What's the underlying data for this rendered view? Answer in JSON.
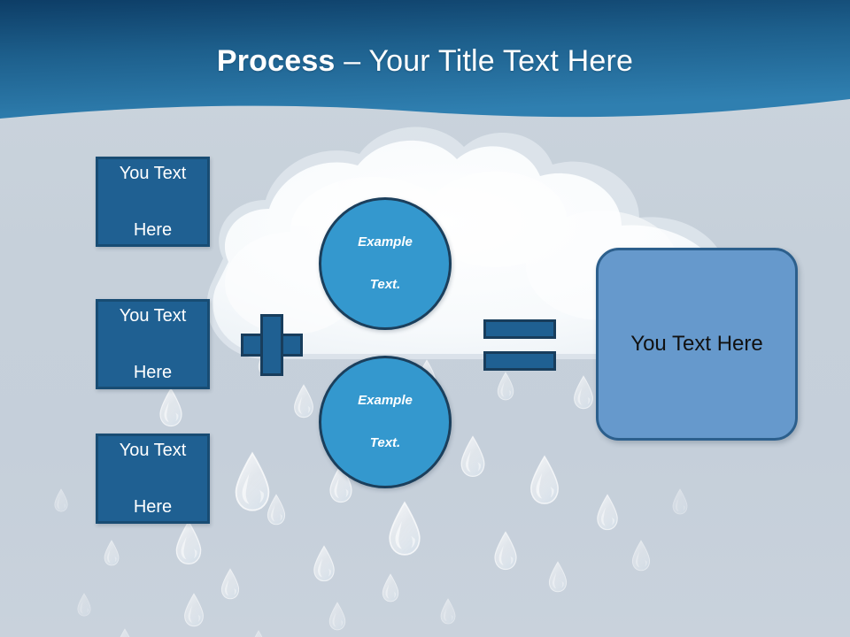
{
  "slide": {
    "title_bold": "Process",
    "title_rest": " – Your Title Text Here",
    "background_color": "#c7d0da"
  },
  "theme": {
    "header_top_color": "#113f68",
    "header_bottom_color": "#2d78a9",
    "box_fill": "#1f6092",
    "box_border": "#184c73",
    "circle_fill": "#3498ce",
    "circle_border": "#1b3f5c",
    "result_fill": "#6699cc",
    "result_border": "#2c5f8c",
    "cloud_fill": "#f5f9fb",
    "title_color": "#ffffff"
  },
  "diagram": {
    "input_boxes": [
      {
        "line1": "You Text",
        "line2": "Here"
      },
      {
        "line1": "You Text",
        "line2": "Here"
      },
      {
        "line1": "You Text",
        "line2": "Here"
      }
    ],
    "operators": {
      "plus": "+",
      "equals": "="
    },
    "circles": [
      {
        "line1": "Example",
        "line2": "Text."
      },
      {
        "line1": "Example",
        "line2": "Text."
      }
    ],
    "result": {
      "label": "You Text Here"
    }
  }
}
